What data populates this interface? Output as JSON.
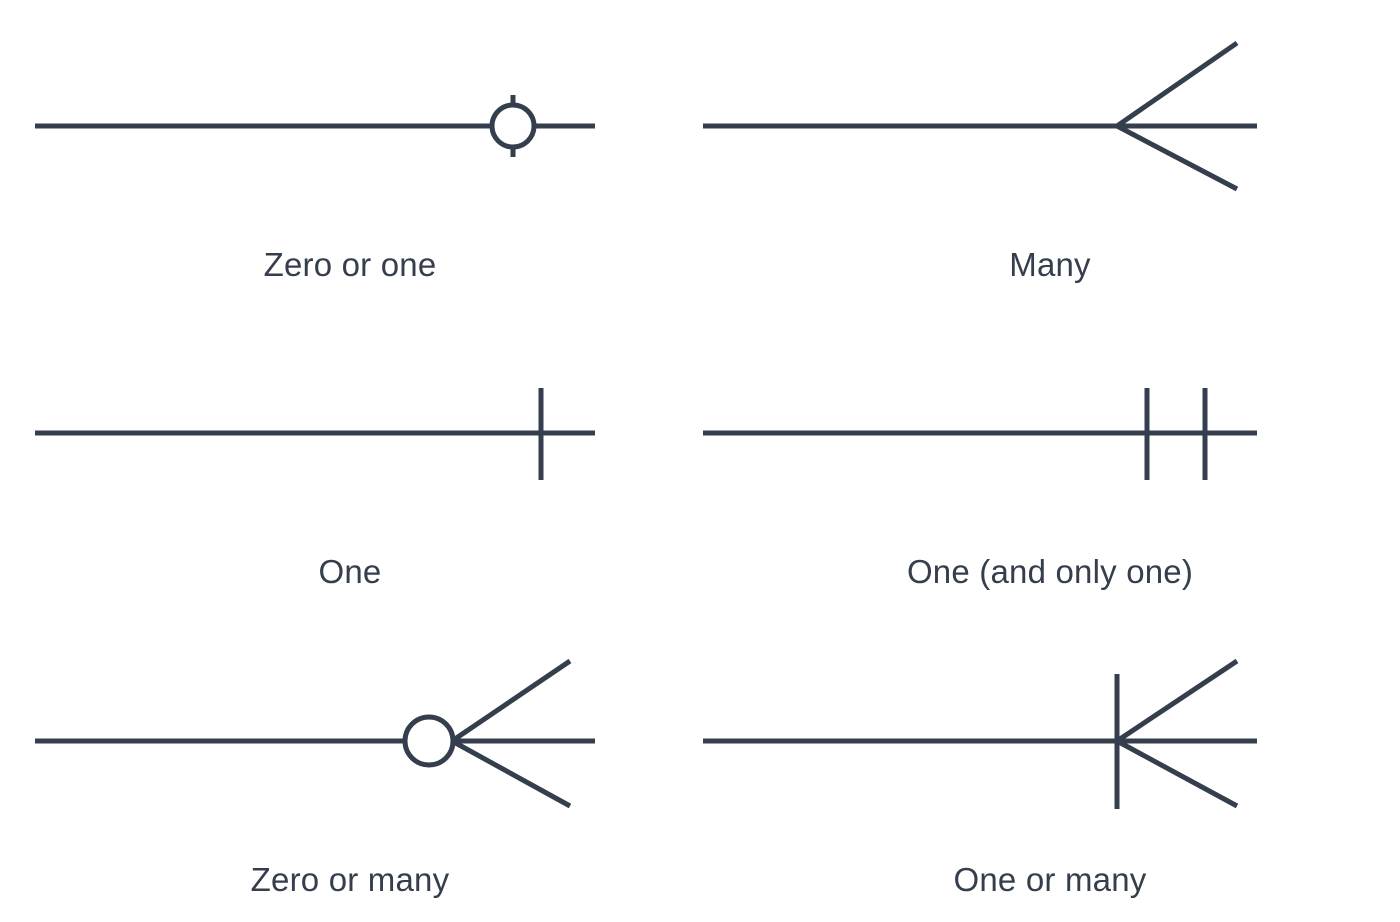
{
  "figure": {
    "type": "er-crows-foot-cardinality-legend",
    "background_color": "#FFFFFF",
    "stroke_color": "#353E4C",
    "stroke_width": 5,
    "columns": 2,
    "rows": 3
  },
  "symbols": [
    {
      "id": "zero-or-one",
      "label": "Zero or one",
      "notation": "circle-with-bar",
      "min": 0,
      "max": 1,
      "marks": [
        "circle",
        "single-bar"
      ]
    },
    {
      "id": "many",
      "label": "Many",
      "notation": "crows-foot",
      "min": null,
      "max": "N",
      "marks": [
        "crows-foot"
      ]
    },
    {
      "id": "one",
      "label": "One",
      "notation": "single-bar",
      "min": 1,
      "max": 1,
      "marks": [
        "single-bar"
      ]
    },
    {
      "id": "one-and-only-one",
      "label": "One (and only one)",
      "notation": "double-bar",
      "min": 1,
      "max": 1,
      "marks": [
        "double-bar"
      ]
    },
    {
      "id": "zero-or-many",
      "label": "Zero or many",
      "notation": "circle-with-crows-foot",
      "min": 0,
      "max": "N",
      "marks": [
        "circle",
        "crows-foot"
      ]
    },
    {
      "id": "one-or-many",
      "label": "One or many",
      "notation": "bar-with-crows-foot",
      "min": 1,
      "max": "N",
      "marks": [
        "single-bar",
        "crows-foot"
      ]
    }
  ]
}
